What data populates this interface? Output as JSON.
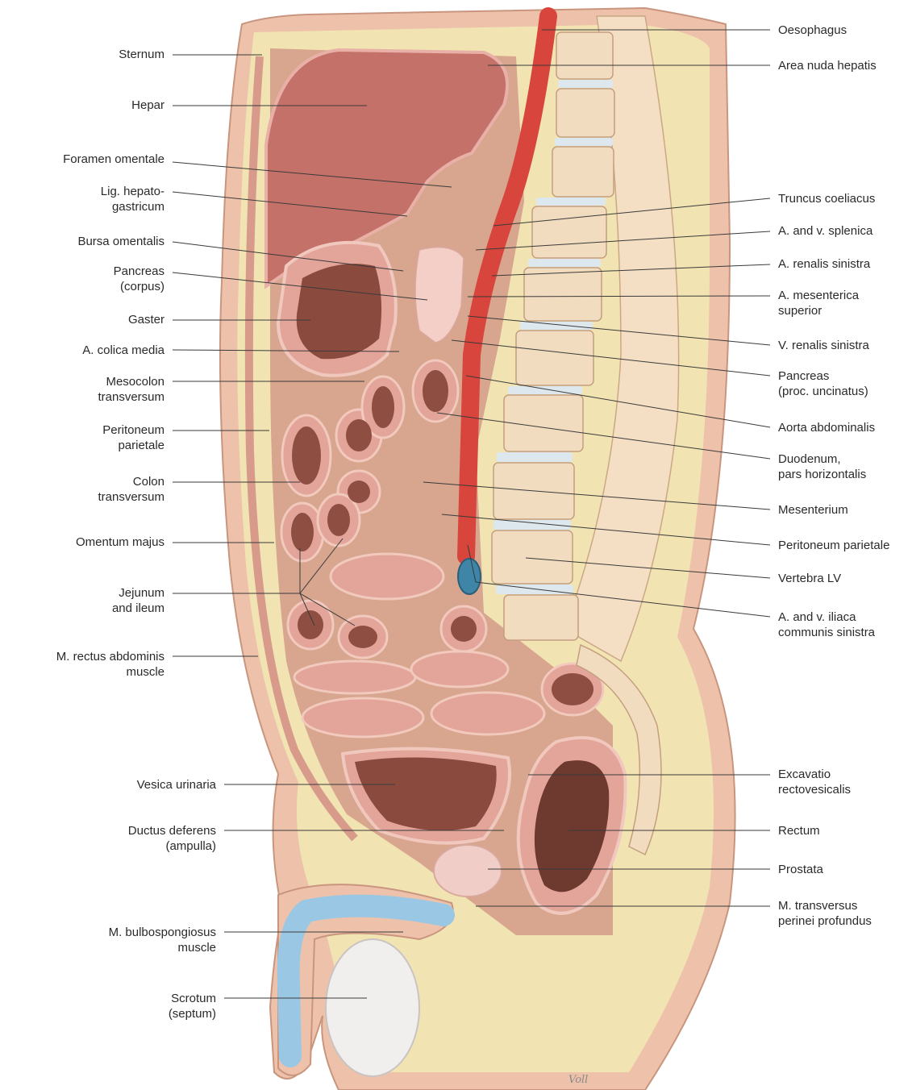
{
  "labels_left": [
    {
      "id": "sternum",
      "text": "Sternum"
    },
    {
      "id": "hepar",
      "text": "Hepar"
    },
    {
      "id": "foramen-omentale",
      "text": "Foramen omentale"
    },
    {
      "id": "lig-hepatogastricum",
      "text": "Lig. hepato-\ngastricum"
    },
    {
      "id": "bursa-omentalis",
      "text": "Bursa omentalis"
    },
    {
      "id": "pancreas-corpus",
      "text": "Pancreas\n(corpus)"
    },
    {
      "id": "gaster",
      "text": "Gaster"
    },
    {
      "id": "a-colica-media",
      "text": "A. colica media"
    },
    {
      "id": "mesocolon-transversum",
      "text": "Mesocolon\ntransversum"
    },
    {
      "id": "peritoneum-parietale-left",
      "text": "Peritoneum\nparietale"
    },
    {
      "id": "colon-transversum",
      "text": "Colon\ntransversum"
    },
    {
      "id": "omentum-majus",
      "text": "Omentum majus"
    },
    {
      "id": "jejunum-ileum",
      "text": "Jejunum\nand ileum"
    },
    {
      "id": "m-rectus-abdominis",
      "text": "M. rectus abdominis\nmuscle"
    },
    {
      "id": "vesica-urinaria",
      "text": "Vesica urinaria"
    },
    {
      "id": "ductus-deferens",
      "text": "Ductus deferens\n(ampulla)"
    },
    {
      "id": "m-bulbospongiosus",
      "text": "M. bulbospongiosus\nmuscle"
    },
    {
      "id": "scrotum",
      "text": "Scrotum\n(septum)"
    }
  ],
  "labels_right": [
    {
      "id": "oesophagus",
      "text": "Oesophagus"
    },
    {
      "id": "area-nuda-hepatis",
      "text": "Area nuda hepatis"
    },
    {
      "id": "truncus-coeliacus",
      "text": "Truncus coeliacus"
    },
    {
      "id": "a-v-splenica",
      "text": "A. and v. splenica"
    },
    {
      "id": "a-renalis-sinistra",
      "text": "A. renalis sinistra"
    },
    {
      "id": "a-mesenterica-superior",
      "text": "A. mesenterica\nsuperior"
    },
    {
      "id": "v-renalis-sinistra",
      "text": "V. renalis sinistra"
    },
    {
      "id": "pancreas-uncinatus",
      "text": "Pancreas\n(proc. uncinatus)"
    },
    {
      "id": "aorta-abdominalis",
      "text": "Aorta abdominalis"
    },
    {
      "id": "duodenum-horizontalis",
      "text": "Duodenum,\npars horizontalis"
    },
    {
      "id": "mesenterium",
      "text": "Mesenterium"
    },
    {
      "id": "peritoneum-parietale-right",
      "text": "Peritoneum parietale"
    },
    {
      "id": "vertebra-lv",
      "text": "Vertebra LV"
    },
    {
      "id": "a-v-iliaca",
      "text": "A. and v. iliaca\ncommunis sinistra"
    },
    {
      "id": "excavatio-rectovesicalis",
      "text": "Excavatio\nrectovesicalis"
    },
    {
      "id": "rectum",
      "text": "Rectum"
    },
    {
      "id": "prostata",
      "text": "Prostata"
    },
    {
      "id": "m-transversus-perinei",
      "text": "M. transversus\nperinei profundus"
    }
  ],
  "colors": {
    "skin": "#e8b9a0",
    "fat": "#f0e3b0",
    "muscle": "#d9998a",
    "liver": "#c8726a",
    "organ_wall": "#e3a49a",
    "organ_lumen": "#8f4a3e",
    "bone": "#f2dcc0",
    "disc": "#dfe9ee",
    "artery": "#d8453c",
    "vein": "#3d7fa0",
    "penis_blue": "#9ac8e4"
  },
  "signature": "Voll"
}
